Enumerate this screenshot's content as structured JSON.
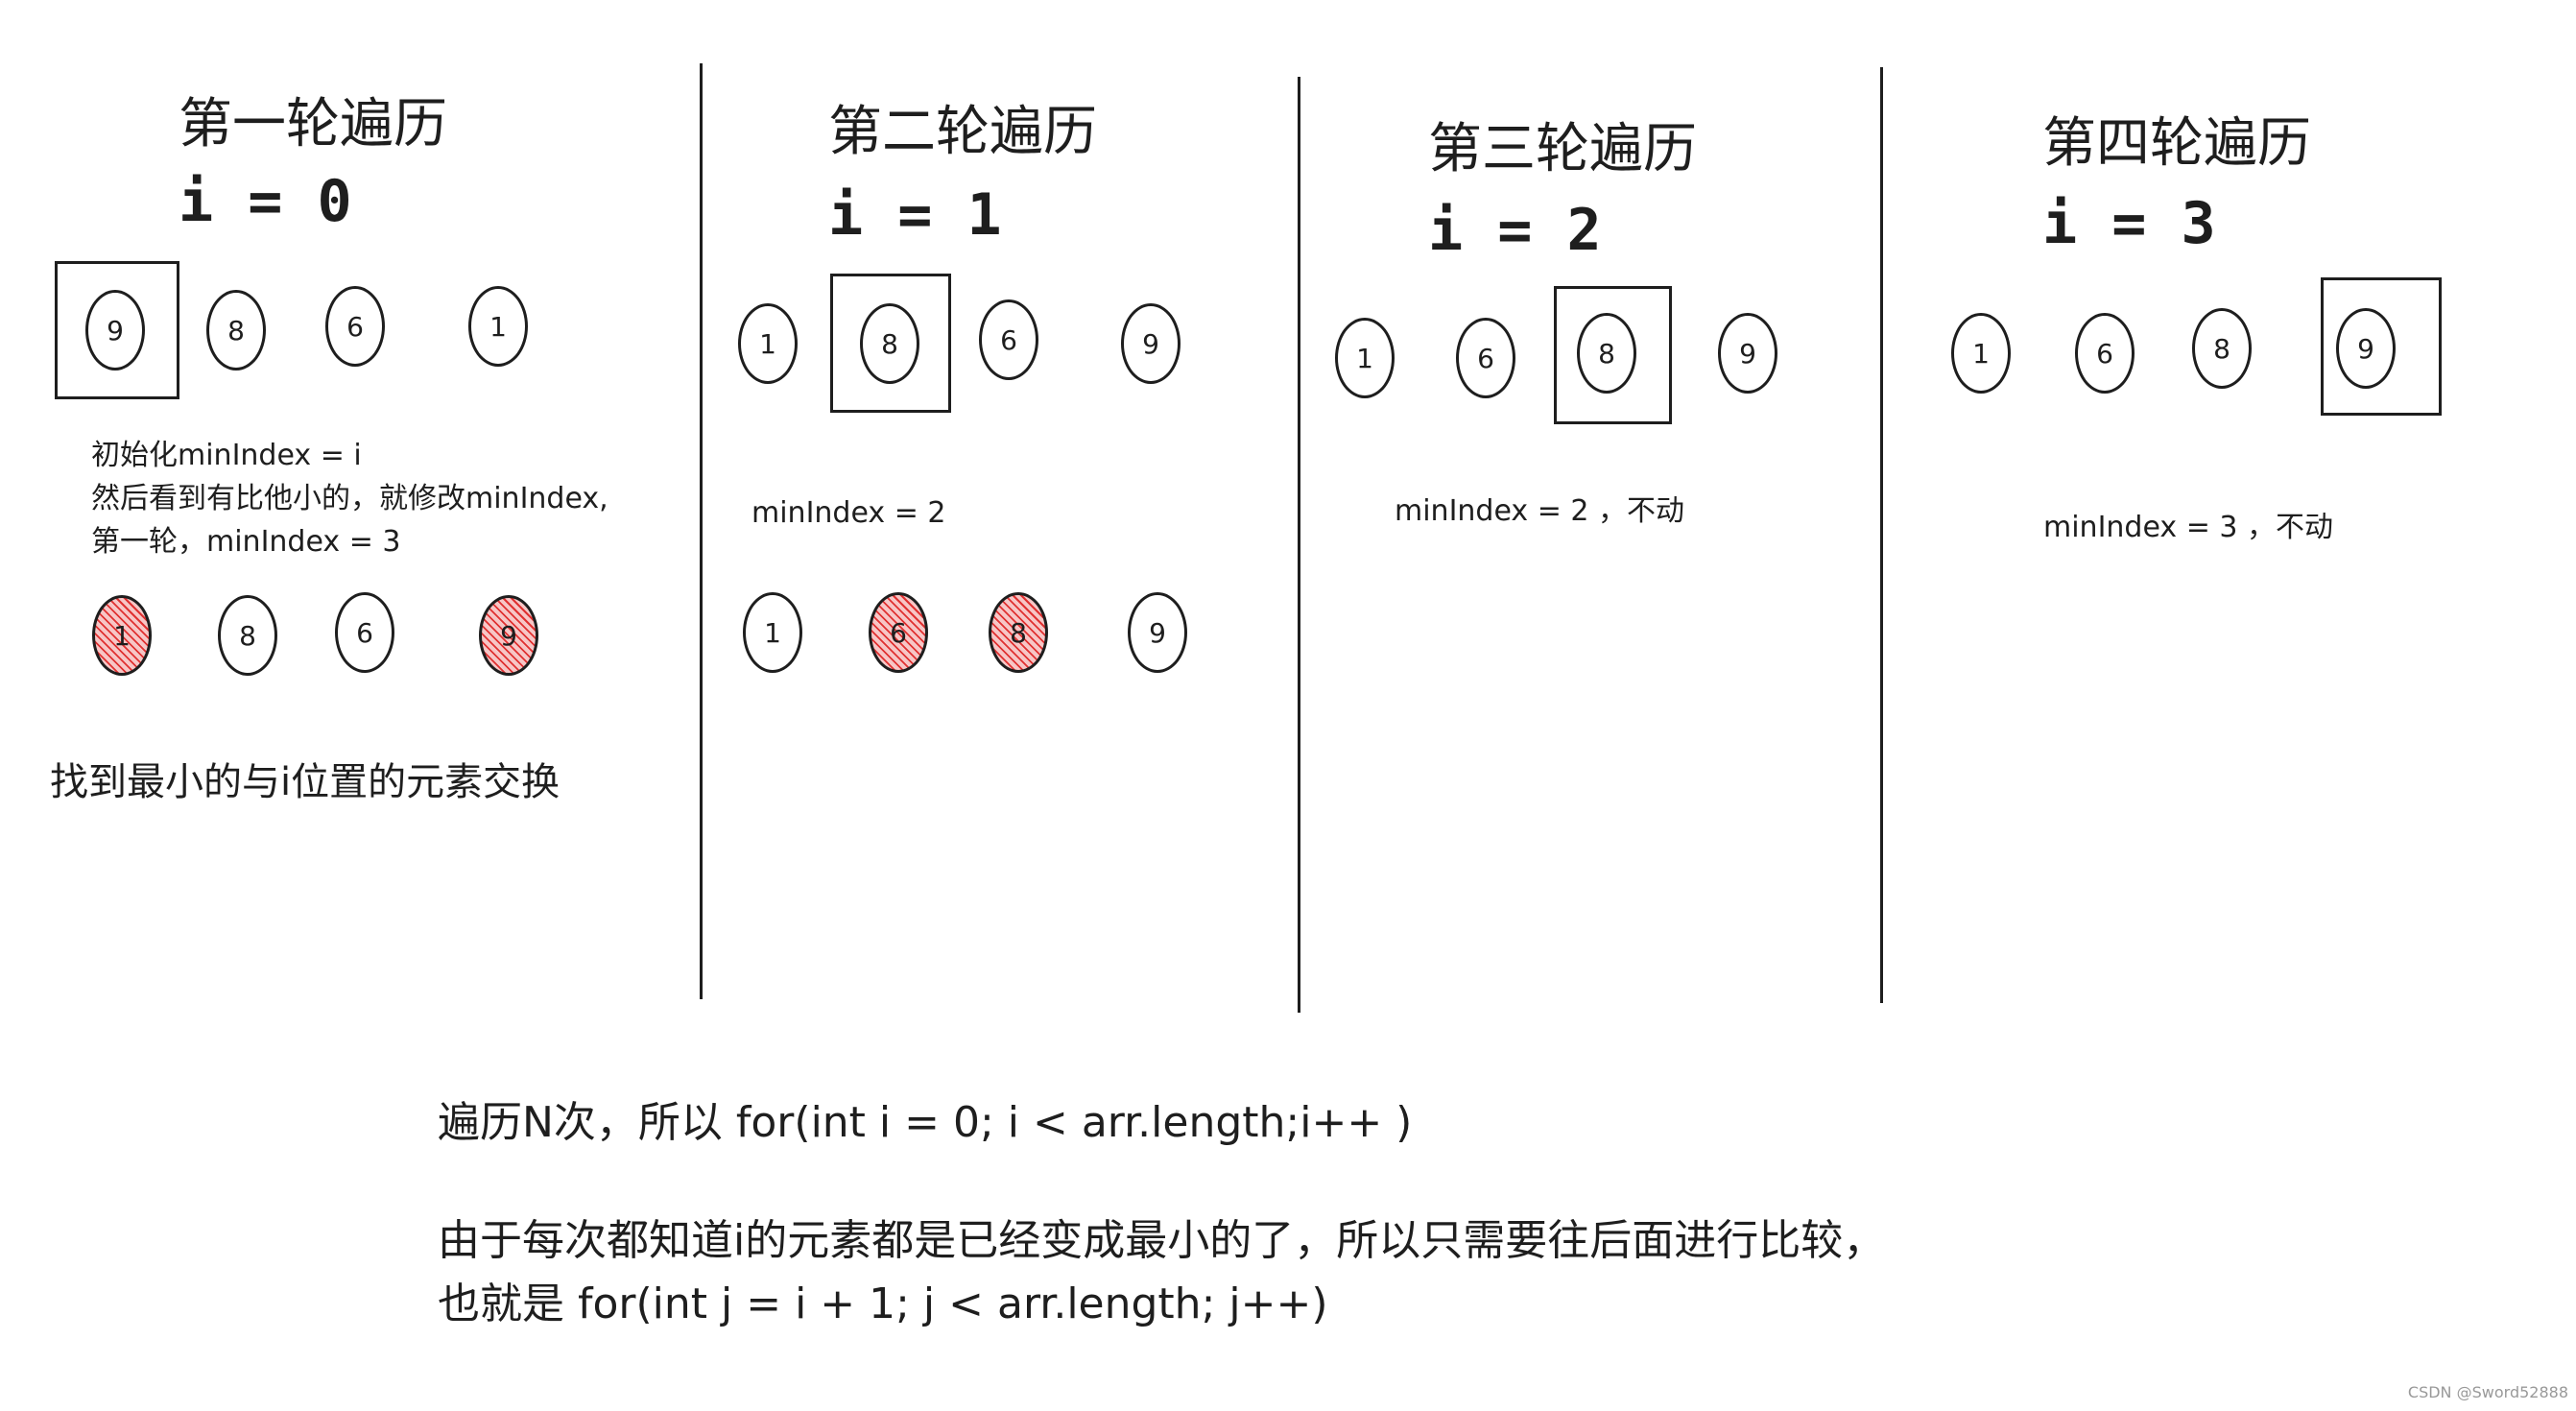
{
  "rounds": [
    {
      "title": "第一轮遍历",
      "i_label": "i = 0",
      "values": [
        9,
        8,
        6,
        1
      ],
      "boxed_index": 0,
      "notes": [
        "初始化minIndex = i",
        "然后看到有比他小的，就修改minIndex,",
        "第一轮，minIndex = 3"
      ],
      "after_values": [
        1,
        8,
        6,
        9
      ],
      "highlighted": [
        0,
        3
      ],
      "caption": "找到最小的与i位置的元素交换"
    },
    {
      "title": "第二轮遍历",
      "i_label": "i = 1",
      "values": [
        1,
        8,
        6,
        9
      ],
      "boxed_index": 1,
      "notes": [
        "minIndex = 2"
      ],
      "after_values": [
        1,
        6,
        8,
        9
      ],
      "highlighted": [
        1,
        2
      ]
    },
    {
      "title": "第三轮遍历",
      "i_label": "i = 2",
      "values": [
        1,
        6,
        8,
        9
      ],
      "boxed_index": 2,
      "notes": [
        "minIndex = 2 ，不动"
      ]
    },
    {
      "title": "第四轮遍历",
      "i_label": "i = 3",
      "values": [
        1,
        6,
        8,
        9
      ],
      "boxed_index": 3,
      "notes": [
        "minIndex = 3 ，不动"
      ]
    }
  ],
  "bottom_text": [
    "遍历N次，所以 for(int i = 0; i < arr.length;i++ )",
    "由于每次都知道i的元素都是已经变成最小的了，所以只需要往后面进行比较，",
    "也就是 for(int j = i + 1; j < arr.length; j++)"
  ],
  "watermark": "CSDN @Sword52888",
  "colors": {
    "highlight": "#e03131",
    "stroke": "#1e1e1e"
  }
}
